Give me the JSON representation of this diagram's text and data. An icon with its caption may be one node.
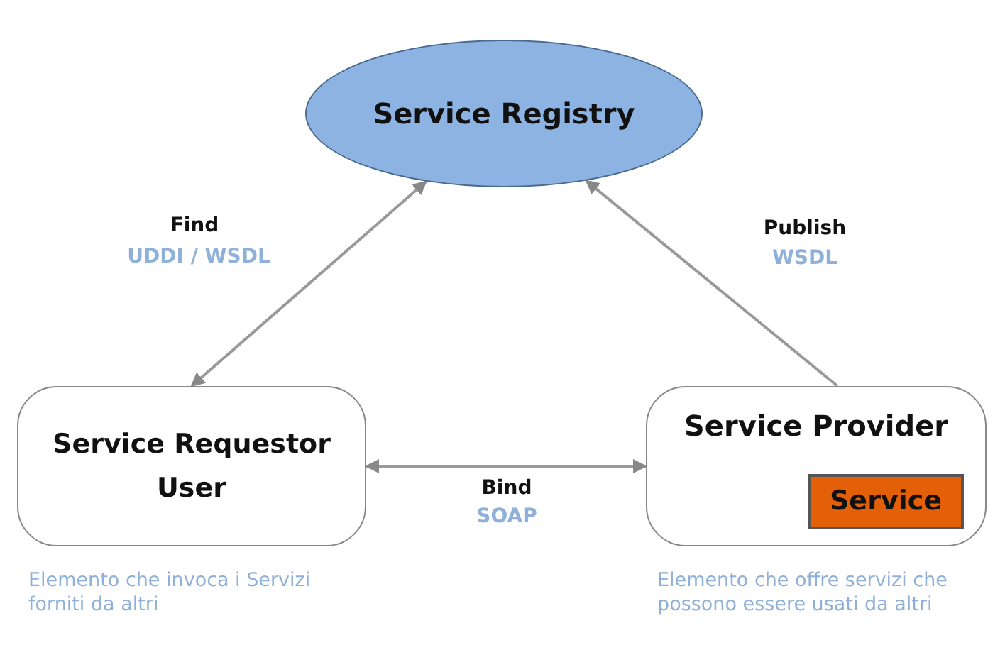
{
  "diagram": {
    "nodes": [
      {
        "text": [
          "Service Registry"
        ]
      },
      {
        "text": [
          "Service Requestor User"
        ],
        "beside": [
          "Elemento che invoca i Servizi forniti da altri"
        ]
      },
      {
        "text": [
          "Service Provider"
        ],
        "beside": [
          "Elemento che offre servizi che possono essere usati da altri"
        ]
      },
      {
        "text": [
          "Service"
        ],
        "in": 2
      }
    ],
    "edges": [
      {
        "from": 1,
        "to": 0,
        "arrow": "both",
        "label": "Find"
      },
      {
        "from": 2,
        "to": 0,
        "arrow": "to",
        "label": "Publish"
      },
      {
        "from": 1,
        "to": 2,
        "arrow": "both",
        "label": "Bind"
      }
    ],
    "labels": [
      "UDDI / WSDL",
      "WSDL",
      "SOAP"
    ]
  }
}
